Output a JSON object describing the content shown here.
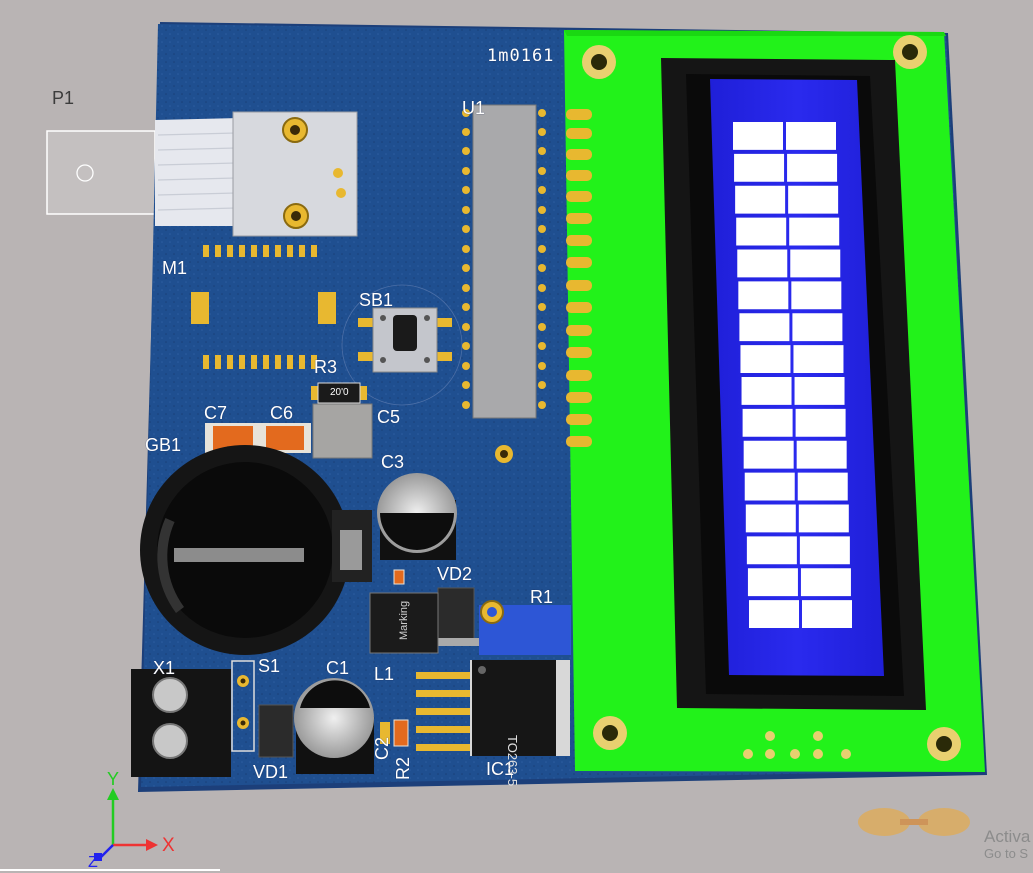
{
  "board": {
    "name_marking": "1m0161",
    "colors": {
      "background": "#b9b4b4",
      "pcb": "#1d4d8f",
      "lcd_pcb": "#22f21a",
      "lcd_screen": "#2727e4",
      "pads": "#e8b830"
    }
  },
  "designators": {
    "p1": "P1",
    "u1": "U1",
    "m1": "M1",
    "sb1": "SB1",
    "r3": "R3",
    "c7": "C7",
    "c6": "C6",
    "c5": "C5",
    "gb1": "GB1",
    "c3": "C3",
    "vd2": "VD2",
    "r1": "R1",
    "x1": "X1",
    "s1": "S1",
    "c1": "C1",
    "l1": "L1",
    "vd1": "VD1",
    "c2": "C2",
    "r2": "R2",
    "ic1": "IC1"
  },
  "part_markings": {
    "r3_value": "20'0",
    "l1_marking": "Marking",
    "ic1_package": "TO263-5"
  },
  "axes": {
    "y": "Y",
    "x": "X",
    "z": "Z"
  },
  "lcd": {
    "rows": 16,
    "columns": 2
  },
  "watermark": {
    "title": "Activa",
    "subtitle": "Go to S"
  }
}
